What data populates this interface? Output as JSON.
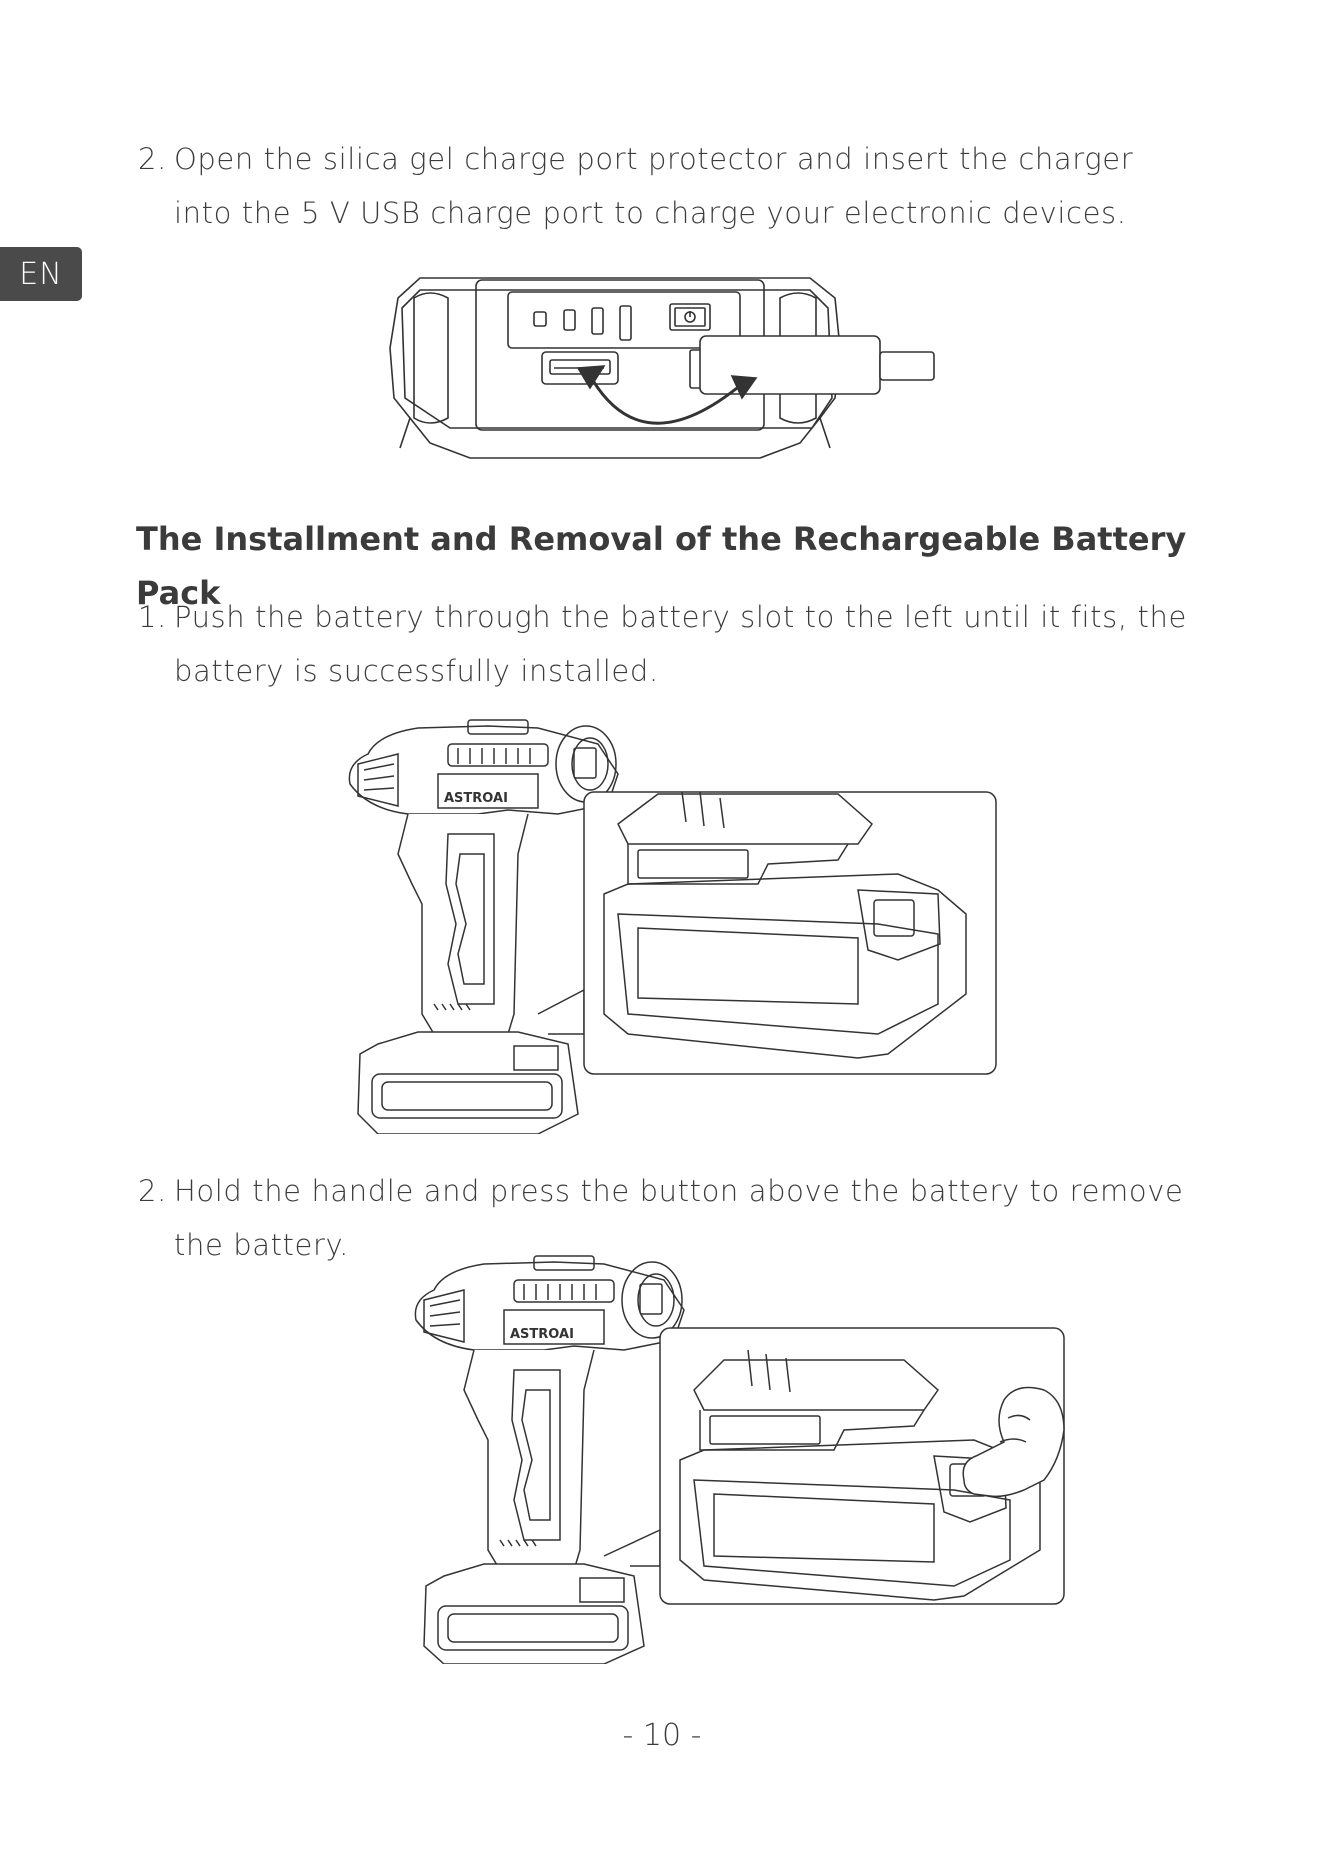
{
  "language_tab": "EN",
  "steps_top": [
    {
      "number": "2.",
      "text": "Open the silica gel charge port protector and insert the charger into the 5 V USB charge port to charge your electronic devices."
    }
  ],
  "section": {
    "heading": "The Installment and Removal of the Rechargeable Battery Pack",
    "steps": [
      {
        "number": "1.",
        "text": "Push the battery through the battery slot to the left until it fits, the battery is successfully installed."
      },
      {
        "number": "2.",
        "text": "Hold the handle and press the button above the battery to remove the battery."
      }
    ]
  },
  "logo_text": "ASTROAI",
  "page_number": "- 10 -"
}
